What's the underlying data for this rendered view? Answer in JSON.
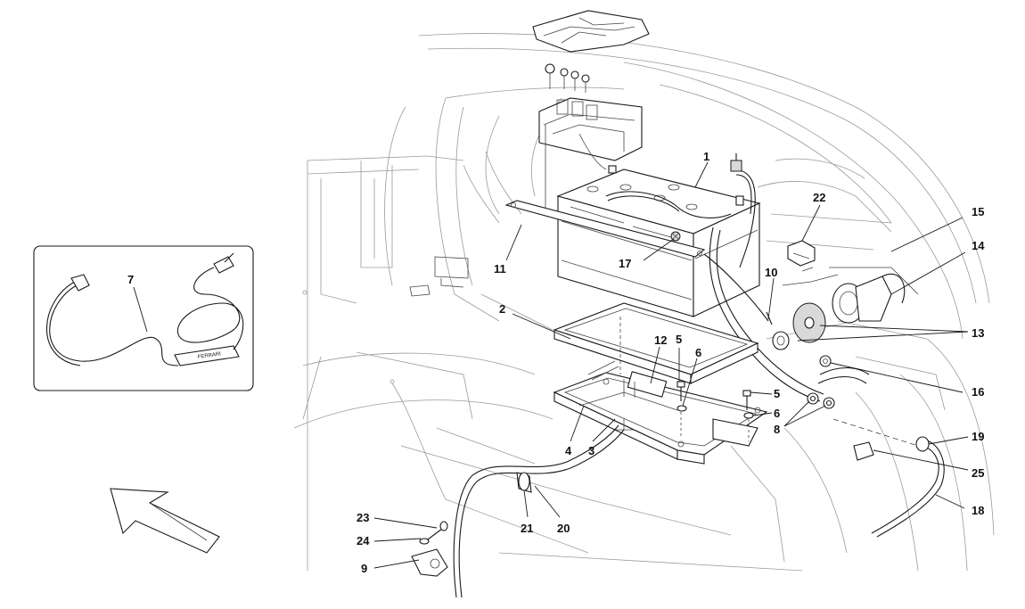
{
  "inset": {
    "charger_brand": "FERRARI"
  },
  "callouts": [
    {
      "id": "c1",
      "text": "1"
    },
    {
      "id": "c2",
      "text": "2"
    },
    {
      "id": "c3",
      "text": "3"
    },
    {
      "id": "c4",
      "text": "4"
    },
    {
      "id": "c5a",
      "text": "5"
    },
    {
      "id": "c5b",
      "text": "5"
    },
    {
      "id": "c6a",
      "text": "6"
    },
    {
      "id": "c6b",
      "text": "6"
    },
    {
      "id": "c7",
      "text": "7"
    },
    {
      "id": "c8",
      "text": "8"
    },
    {
      "id": "c9",
      "text": "9"
    },
    {
      "id": "c10",
      "text": "10"
    },
    {
      "id": "c11",
      "text": "11"
    },
    {
      "id": "c12",
      "text": "12"
    },
    {
      "id": "c13",
      "text": "13"
    },
    {
      "id": "c14",
      "text": "14"
    },
    {
      "id": "c15",
      "text": "15"
    },
    {
      "id": "c16",
      "text": "16"
    },
    {
      "id": "c17",
      "text": "17"
    },
    {
      "id": "c18",
      "text": "18"
    },
    {
      "id": "c19",
      "text": "19"
    },
    {
      "id": "c20",
      "text": "20"
    },
    {
      "id": "c21",
      "text": "21"
    },
    {
      "id": "c22",
      "text": "22"
    },
    {
      "id": "c23",
      "text": "23"
    },
    {
      "id": "c24",
      "text": "24"
    },
    {
      "id": "c25",
      "text": "25"
    }
  ]
}
